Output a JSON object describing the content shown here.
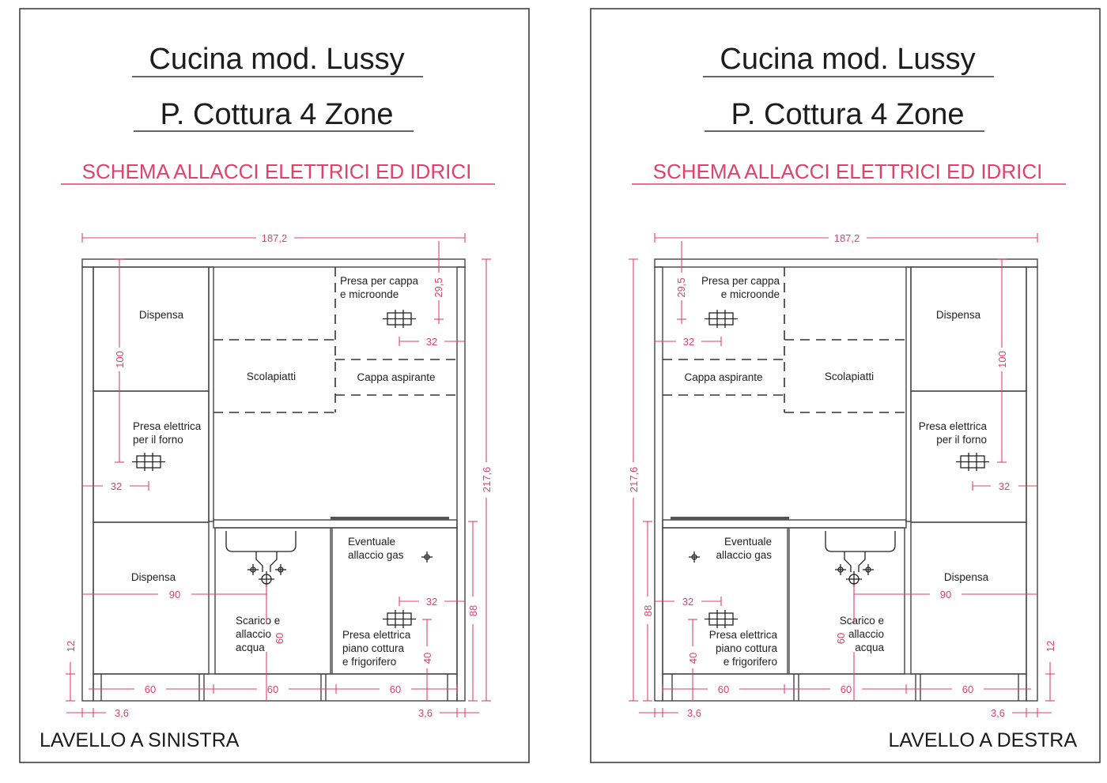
{
  "accent_color": "#e0426a",
  "line_color": "#333333",
  "sheets": [
    {
      "id": "left",
      "title": "Cucina mod. Lussy",
      "title2": "P. Cottura 4 Zone",
      "subtitle": "SCHEMA ALLACCI ELETTRICI ED IDRICI",
      "footer": "LAVELLO A SINISTRA",
      "labels": {
        "dispensa_top": "Dispensa",
        "presa_forno_1": "Presa elettrica",
        "presa_forno_2": "per il forno",
        "dispensa_bottom": "Dispensa",
        "scolapiatti": "Scolapiatti",
        "cappa": "Cappa aspirante",
        "presa_cappa_1": "Presa per cappa",
        "presa_cappa_2": "e microonde",
        "gas_1": "Eventuale",
        "gas_2": "allaccio gas",
        "scarico_1": "Scarico e",
        "scarico_2": "allaccio",
        "scarico_3": "acqua",
        "presa_piano_1": "Presa elettrica",
        "presa_piano_2": "piano cottura",
        "presa_piano_3": "e frigorifero"
      },
      "dims": {
        "width_total": "187,2",
        "height_total": "217,6",
        "d100": "100",
        "d295": "29,5",
        "d32_cappa": "32",
        "d32_forno": "32",
        "d90": "90",
        "d60_scarico": "60",
        "d32_piano": "32",
        "d40": "40",
        "d88": "88",
        "d12": "12",
        "d60_a": "60",
        "d60_b": "60",
        "d60_c": "60",
        "d36_left": "3,6",
        "d36_right": "3,6"
      }
    },
    {
      "id": "right",
      "title": "Cucina mod. Lussy",
      "title2": "P. Cottura 4 Zone",
      "subtitle": "SCHEMA ALLACCI ELETTRICI ED IDRICI",
      "footer": "LAVELLO A DESTRA",
      "labels": {
        "dispensa_top": "Dispensa",
        "presa_forno_1": "Presa elettrica",
        "presa_forno_2": "per il forno",
        "dispensa_bottom": "Dispensa",
        "scolapiatti": "Scolapiatti",
        "cappa": "Cappa aspirante",
        "presa_cappa_1": "Presa per cappa",
        "presa_cappa_2": "e microonde",
        "gas_1": "Eventuale",
        "gas_2": "allaccio gas",
        "scarico_1": "Scarico e",
        "scarico_2": "allaccio",
        "scarico_3": "acqua",
        "presa_piano_1": "Presa elettrica",
        "presa_piano_2": "piano cottura",
        "presa_piano_3": "e frigorifero"
      },
      "dims": {
        "width_total": "187,2",
        "height_total": "217,6",
        "d100": "100",
        "d295": "29,5",
        "d32_cappa": "32",
        "d32_forno": "32",
        "d90": "90",
        "d60_scarico": "60",
        "d32_piano": "32",
        "d40": "40",
        "d88": "88",
        "d12": "12",
        "d60_a": "60",
        "d60_b": "60",
        "d60_c": "60",
        "d36_left": "3,6",
        "d36_right": "3,6"
      }
    }
  ]
}
